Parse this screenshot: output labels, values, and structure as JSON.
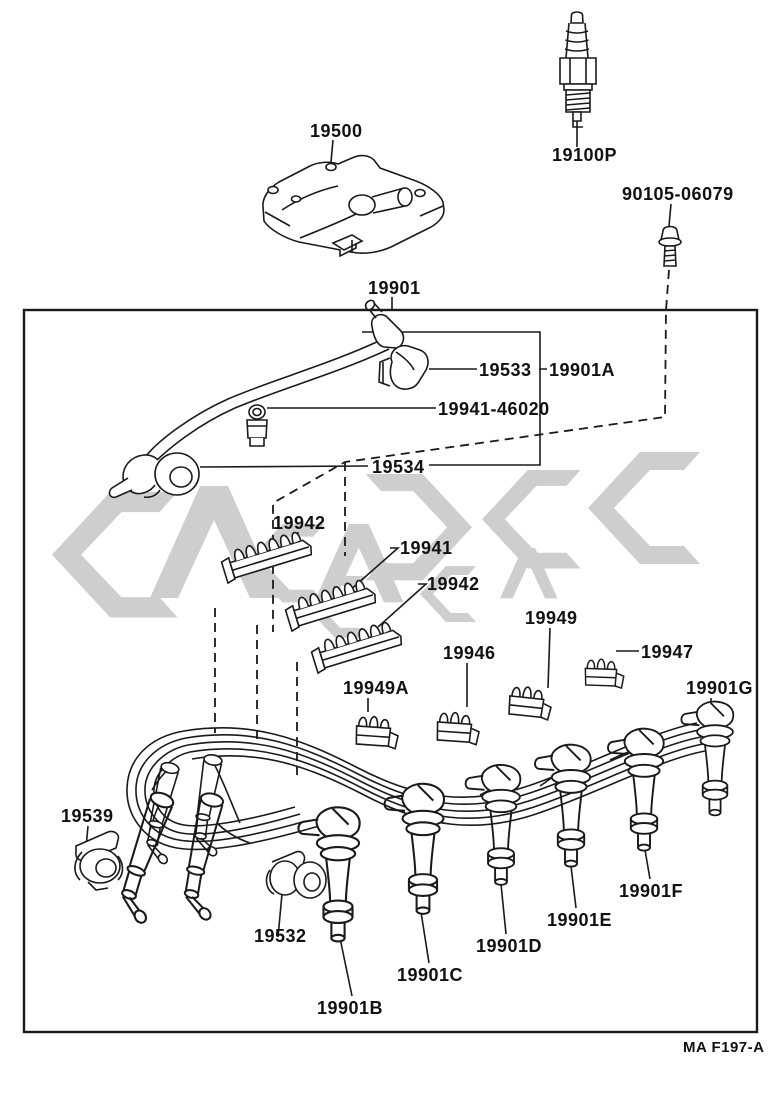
{
  "diagram": {
    "figure_code": "MA F197-A",
    "labels": {
      "p19500": "19500",
      "p19100P": "19100P",
      "p90105": "90105-06079",
      "p19901": "19901",
      "p19533": "19533",
      "p19901A": "19901A",
      "p19941_46020": "19941-46020",
      "p19534": "19534",
      "p19942_upper": "19942",
      "p19941": "19941",
      "p19942_lower": "19942",
      "p19949": "19949",
      "p19946": "19946",
      "p19947": "19947",
      "p19949A": "19949A",
      "p19901G": "19901G",
      "p19539": "19539",
      "p19532": "19532",
      "p19901B": "19901B",
      "p19901C": "19901C",
      "p19901D": "19901D",
      "p19901E": "19901E",
      "p19901F": "19901F"
    },
    "colors": {
      "line": "#1a1a1a",
      "watermark": "#c9c9c9",
      "background": "#ffffff"
    }
  }
}
